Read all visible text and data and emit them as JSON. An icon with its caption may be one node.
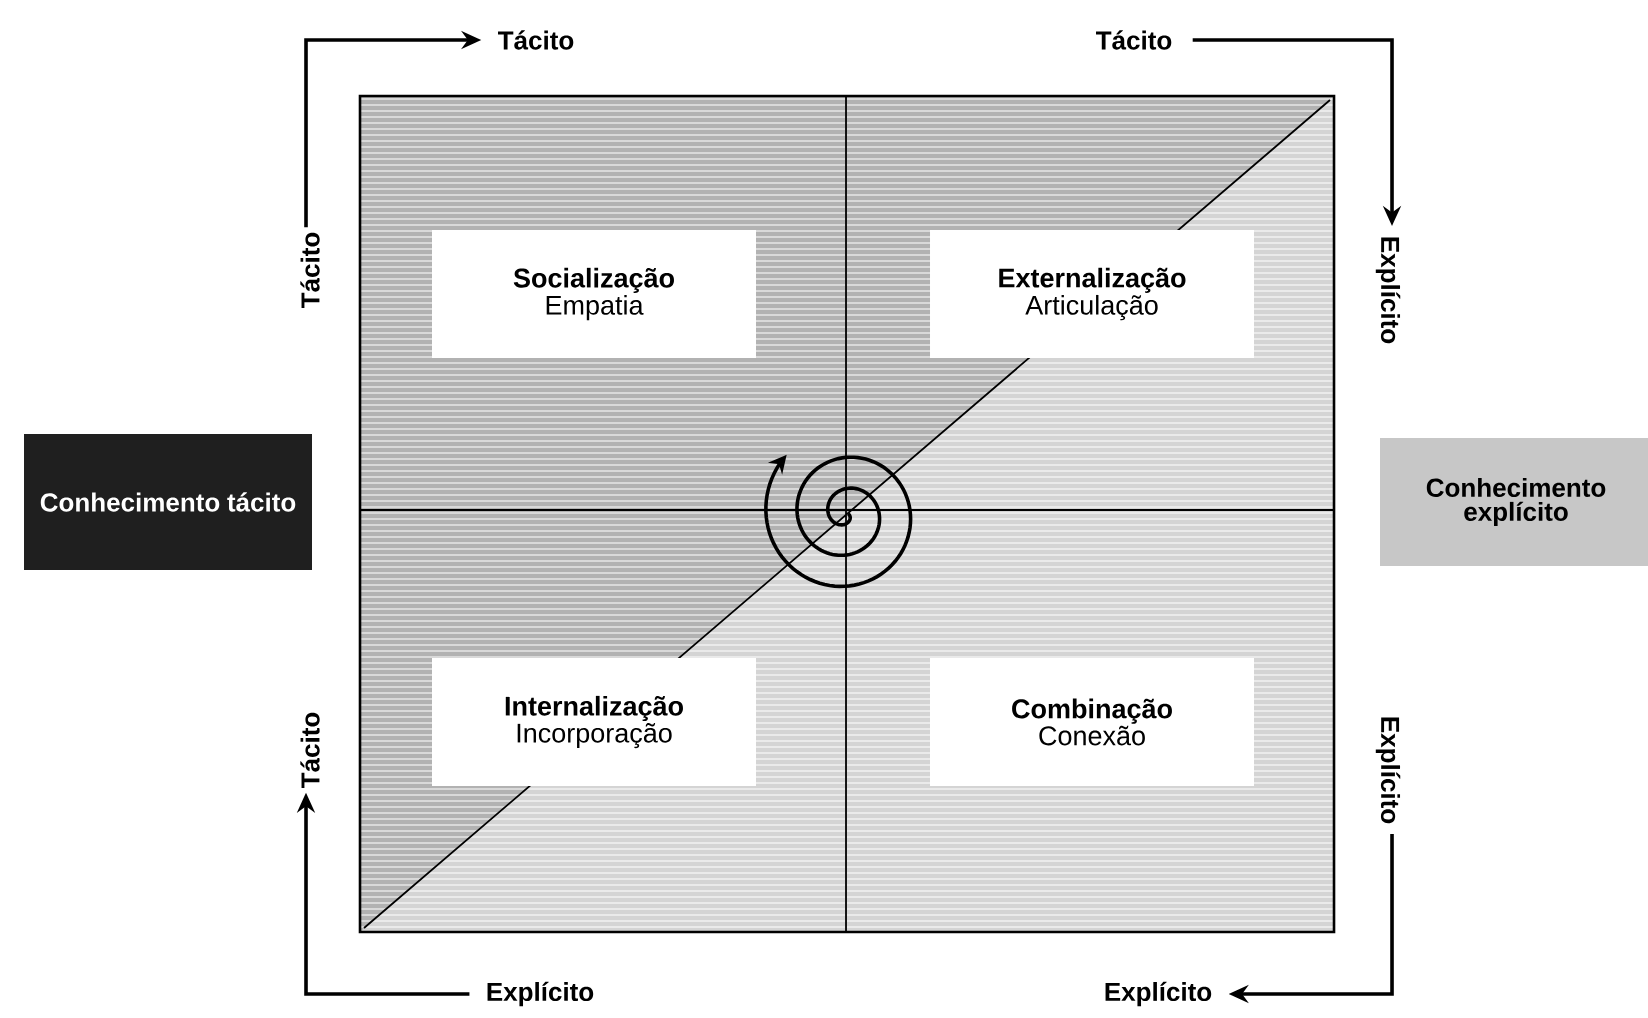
{
  "diagram": {
    "nodes": [
      {
        "text": [
          "Tácito"
        ]
      },
      {
        "text": [
          "Tácito"
        ]
      },
      {
        "text": [
          "Tácito"
        ]
      },
      {
        "text": [
          "Socialização",
          "Empatia"
        ]
      },
      {
        "text": [
          "Externalização",
          "Articulação"
        ]
      },
      {
        "text": [
          "Explícito"
        ]
      },
      {
        "text": [
          "Conhecimento tácito"
        ]
      },
      {
        "text": [
          "Conhecimento explícito"
        ]
      },
      {
        "text": [
          "Internalização",
          "Incorporação"
        ]
      },
      {
        "text": [
          "Combinação",
          "Conexão"
        ]
      },
      {
        "text": [
          "Tácito"
        ]
      },
      {
        "text": [
          "Explícito"
        ]
      },
      {
        "text": [
          "Explícito"
        ]
      },
      {
        "text": [
          "Explícito"
        ]
      }
    ],
    "edges": [
      {
        "from": 2,
        "to": 0,
        "arrow": "to"
      },
      {
        "from": 1,
        "to": 5,
        "arrow": "to"
      },
      {
        "from": 11,
        "to": 13,
        "arrow": "to"
      },
      {
        "from": 12,
        "to": 10,
        "arrow": "to"
      }
    ]
  }
}
